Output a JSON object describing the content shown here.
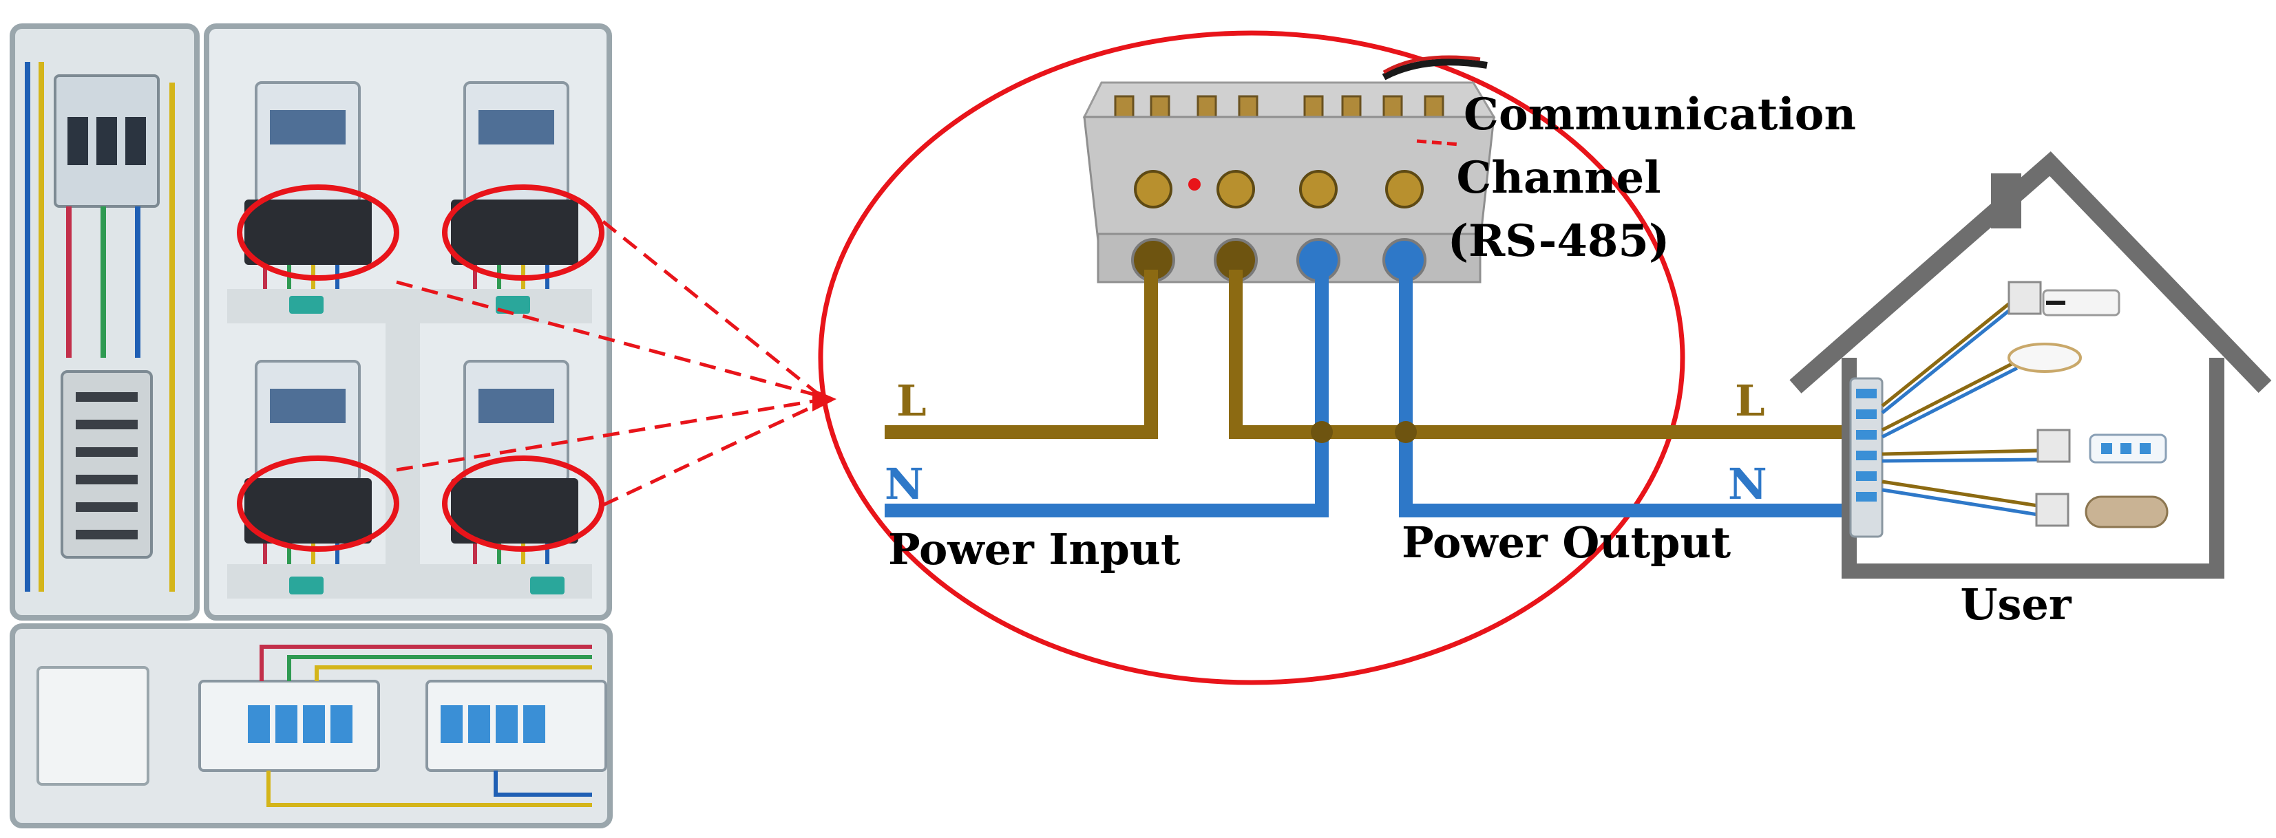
{
  "labels": {
    "communication": [
      "Communication",
      "Channel",
      "(RS-485)"
    ],
    "line_left": "L",
    "neutral_left": "N",
    "line_right": "L",
    "neutral_right": "N",
    "power_input": "Power Input",
    "power_output": "Power Output",
    "user": "User"
  },
  "colors": {
    "line_wire": "#8c6a12",
    "neutral_wire": "#2e78c8",
    "highlight": "#e8141a",
    "house": "#6e6e6e",
    "cabinet_frame": "#9aa6ac",
    "cabinet_fill": "#e6ebee",
    "meter_body": "#dde4ea",
    "meter_screen": "#4f6f96",
    "terminal_block": "#2a2d33",
    "terminal_box": "#c7c7c7"
  },
  "icons": {
    "cabinet": "electric-meter-cabinet-icon",
    "terminal_block": "meter-terminal-block-icon",
    "distribution": "distribution-board-icon",
    "appliances": [
      "air-conditioner-icon",
      "ceiling-light-icon",
      "power-strip-icon",
      "water-heater-icon"
    ]
  }
}
